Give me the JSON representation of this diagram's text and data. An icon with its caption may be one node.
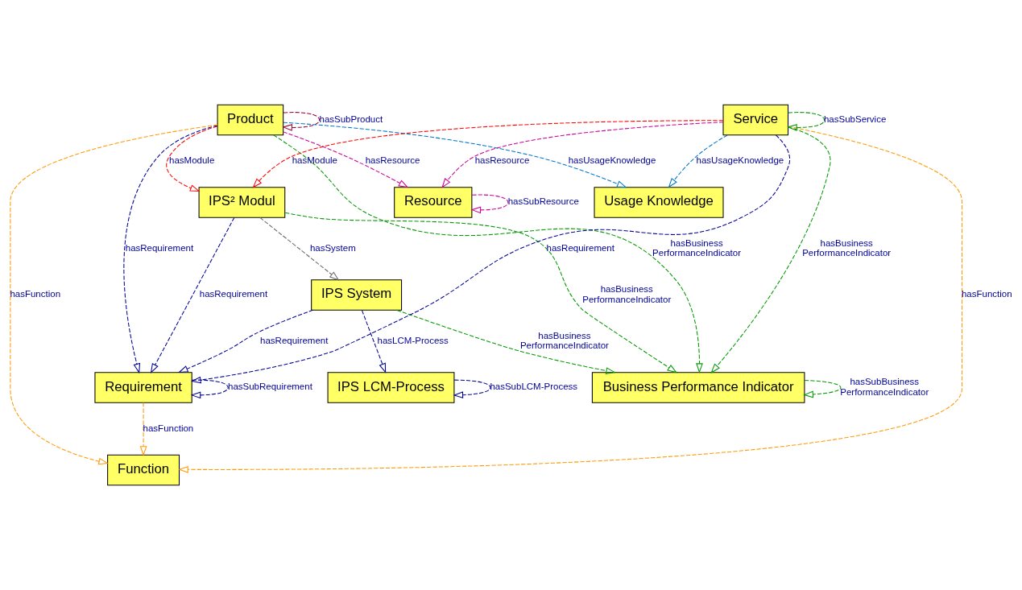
{
  "diagram": {
    "nodes": [
      {
        "text": [
          "IPS LCM-Process"
        ]
      },
      {
        "text": [
          "IPS System"
        ]
      },
      {
        "text": [
          "Requirement"
        ]
      },
      {
        "text": [
          "IPS² Modul"
        ]
      },
      {
        "text": [
          "Business Performance Indicator"
        ]
      },
      {
        "text": [
          "Function"
        ]
      },
      {
        "text": [
          "Product"
        ]
      },
      {
        "text": [
          "Service"
        ]
      },
      {
        "text": [
          "Usage Knowledge"
        ]
      },
      {
        "text": [
          "Resource"
        ]
      }
    ],
    "edges": [
      {
        "from": 0,
        "to": 0,
        "arrow": "to",
        "label": "hasSubLCM-Process",
        "style": "dashed",
        "color": "#000099"
      },
      {
        "from": 1,
        "to": 0,
        "arrow": "to",
        "label": "hasLCM-Process",
        "style": "dashed",
        "color": "#000099"
      },
      {
        "from": 1,
        "to": 2,
        "arrow": "to",
        "label": "hasRequirement",
        "style": "dashed",
        "color": "#000099"
      },
      {
        "from": 1,
        "to": 4,
        "arrow": "to",
        "label": "hasBusiness PerformanceIndicator",
        "style": "dashed",
        "color": "#009900"
      },
      {
        "from": 3,
        "to": 1,
        "arrow": "to",
        "label": "hasSystem",
        "style": "dashed",
        "color": "#666666"
      },
      {
        "from": 2,
        "to": 2,
        "arrow": "to",
        "label": "hasSubRequirement",
        "style": "dashed",
        "color": "#000099"
      },
      {
        "from": 3,
        "to": 2,
        "arrow": "to",
        "label": "hasRequirement",
        "style": "dashed",
        "color": "#000099"
      },
      {
        "from": 3,
        "to": 4,
        "arrow": "to",
        "label": "hasBusiness PerformanceIndicator",
        "style": "dashed",
        "color": "#009900"
      },
      {
        "from": 4,
        "to": 4,
        "arrow": "to",
        "label": "hasSubBusiness PerformanceIndicator",
        "style": "dashed",
        "color": "#009900"
      },
      {
        "from": 2,
        "to": 5,
        "arrow": "to",
        "label": "hasFunction",
        "style": "dashed",
        "color": "#ff9900"
      },
      {
        "from": 7,
        "to": 2,
        "arrow": "to",
        "label": "hasRequirement",
        "style": "dashed",
        "color": "#000099"
      },
      {
        "from": 7,
        "to": 4,
        "arrow": "to",
        "label": "hasBusiness PerformanceIndicator",
        "style": "dashed",
        "color": "#009900"
      },
      {
        "from": 6,
        "to": 2,
        "arrow": "to",
        "label": "hasRequirement",
        "style": "dashed",
        "color": "#000099"
      },
      {
        "from": 6,
        "to": 4,
        "arrow": "to",
        "label": "hasBusiness PerformanceIndicator",
        "style": "dashed",
        "color": "#009900"
      },
      {
        "from": 7,
        "to": 5,
        "arrow": "to",
        "label": "hasFunction",
        "style": "dashed",
        "color": "#ff9900"
      },
      {
        "from": 7,
        "to": 3,
        "arrow": "to",
        "label": "hasModule",
        "style": "dashed",
        "color": "#ff0000"
      },
      {
        "from": 6,
        "to": 3,
        "arrow": "to",
        "label": "hasModule",
        "style": "dashed",
        "color": "#ff0000"
      },
      {
        "from": 6,
        "to": 5,
        "arrow": "to",
        "label": "hasFunction",
        "style": "dashed",
        "color": "#ff9900"
      },
      {
        "from": 6,
        "to": 6,
        "arrow": "to",
        "label": "hasSubProduct",
        "style": "dashed",
        "color": "#990033"
      },
      {
        "from": 7,
        "to": 7,
        "arrow": "to",
        "label": "hasSubService",
        "style": "dashed",
        "color": "#009900"
      },
      {
        "from": 7,
        "to": 8,
        "arrow": "to",
        "label": "hasUsageKnowledge",
        "style": "dashed",
        "color": "#0077cc"
      },
      {
        "from": 6,
        "to": 8,
        "arrow": "to",
        "label": "hasUsageKnowledge",
        "style": "dashed",
        "color": "#0077cc"
      },
      {
        "from": 7,
        "to": 9,
        "arrow": "to",
        "label": "hasResource",
        "style": "dashed",
        "color": "#cc0099"
      },
      {
        "from": 6,
        "to": 9,
        "arrow": "to",
        "label": "hasResource",
        "style": "dashed",
        "color": "#cc0099"
      },
      {
        "from": 9,
        "to": 9,
        "arrow": "to",
        "label": "hasSubResource",
        "style": "dashed",
        "color": "#cc0099"
      }
    ]
  }
}
